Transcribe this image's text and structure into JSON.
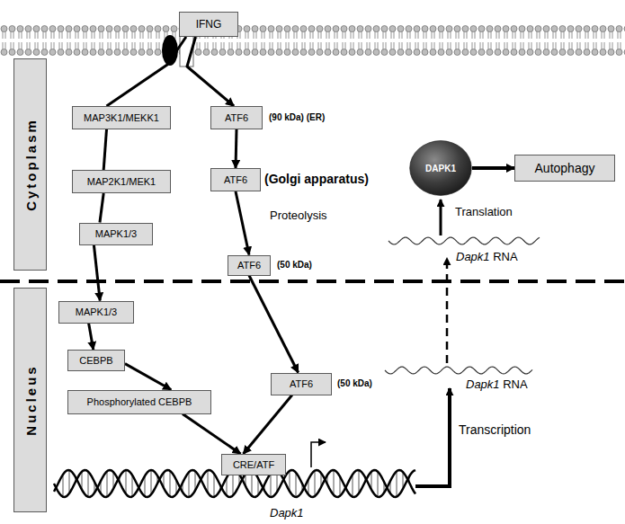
{
  "diagram": {
    "nodes": [
      {
        "text": [
          "IFNG"
        ]
      },
      {
        "text": [
          "Cytoplasm"
        ]
      },
      {
        "text": [
          "MAP3K1/MEKK1"
        ]
      },
      {
        "text": [
          "ATF6"
        ]
      },
      {
        "text": [
          "MAP2K1/MEK1"
        ]
      },
      {
        "text": [
          "ATF6"
        ]
      },
      {
        "text": [
          "MAPK1/3"
        ]
      },
      {
        "text": [
          "ATF6"
        ]
      },
      {
        "text": [
          "DAPK1"
        ]
      },
      {
        "text": [
          "Autophagy"
        ]
      },
      {
        "text": [
          "Nucleus"
        ]
      },
      {
        "text": [
          "MAPK1/3"
        ]
      },
      {
        "text": [
          "CEBPB"
        ]
      },
      {
        "text": [
          "Phosphorylated CEBPB"
        ]
      },
      {
        "text": [
          "ATF6"
        ]
      },
      {
        "text": [
          "CRE/ATF"
        ]
      }
    ],
    "edges": [
      {
        "from": 0,
        "to": 2,
        "arrow": "none"
      },
      {
        "from": 0,
        "to": 3,
        "arrow": "to"
      },
      {
        "from": 2,
        "to": 4,
        "arrow": "none"
      },
      {
        "from": 3,
        "to": 5,
        "arrow": "to"
      },
      {
        "from": 4,
        "to": 6,
        "arrow": "none"
      },
      {
        "from": 5,
        "to": 7,
        "label": "Proteolysis",
        "arrow": "to"
      },
      {
        "from": 6,
        "to": 11,
        "arrow": "to"
      },
      {
        "from": 7,
        "to": 14,
        "arrow": "to"
      },
      {
        "from": 8,
        "to": 9,
        "arrow": "to"
      },
      {
        "from": 11,
        "to": 12,
        "arrow": "to"
      },
      {
        "from": 12,
        "to": 13,
        "arrow": "to"
      },
      {
        "from": 13,
        "to": 15,
        "arrow": "to"
      },
      {
        "from": 14,
        "to": 15,
        "arrow": "to"
      }
    ],
    "labels": [
      "(90 kDa) (ER)",
      "(Golgi apparatus)",
      "(50 kDa)",
      "Translation",
      "Dapk1 RNA",
      "(50 kDa)",
      "Dapk1 RNA",
      "Transcription",
      "Dapk1"
    ]
  }
}
